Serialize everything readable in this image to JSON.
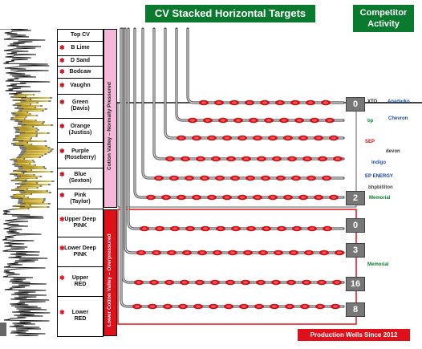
{
  "title": "CV Stacked Horizontal Targets",
  "competitor": {
    "line1": "Competitor",
    "line2": "Activity"
  },
  "strat_zones": [
    {
      "id": "top-cv",
      "label": "Top CV",
      "star": false
    },
    {
      "id": "b-lime",
      "label": "B Lime",
      "star": true
    },
    {
      "id": "d-sand",
      "label": "D Sand",
      "star": true
    },
    {
      "id": "bodcaw",
      "label": "Bodcaw",
      "star": true
    },
    {
      "id": "vaughn",
      "label": "Vaughn",
      "star": true
    },
    {
      "id": "green",
      "label": "Green",
      "sub": "(Davis)",
      "star": true
    },
    {
      "id": "orange",
      "label": "Orange",
      "sub": "(Justiss)",
      "star": true
    },
    {
      "id": "purple",
      "label": "Purple",
      "sub": "(Roseberry)",
      "star": true
    },
    {
      "id": "blue",
      "label": "Blue",
      "sub": "(Sexton)",
      "star": true
    },
    {
      "id": "pink",
      "label": "Pink",
      "sub": "(Taylor)",
      "star": true
    },
    {
      "id": "upper-deep-pink",
      "label": "Upper Deep",
      "sub": "PINK",
      "star": true
    },
    {
      "id": "lower-deep-pink",
      "label": "Lower Deep",
      "sub": "PINK",
      "star": true
    },
    {
      "id": "upper-red",
      "label": "Upper",
      "sub": "RED",
      "star": true
    },
    {
      "id": "lower-red",
      "label": "Lower",
      "sub": "RED",
      "star": true
    }
  ],
  "normally_pressured_label": "Cotton Valley – Normally Pressured",
  "overpressured_label": "Lower Cotton Valley – Overpressured",
  "counts": [
    "0",
    "2",
    "0",
    "3",
    "16",
    "8"
  ],
  "logos": [
    "XTO",
    "Anadarko",
    "bp",
    "Chevron",
    "SEP",
    "devon",
    "Indigo",
    "EP ENERGY",
    "bhpbilliton",
    "Memorial",
    "Memorial"
  ],
  "production_label": "Production Wells Since 2012",
  "colors": {
    "green": "#0a7a2f",
    "pink": "#f5b8d8",
    "red": "#e0101a",
    "box": "#777777"
  }
}
